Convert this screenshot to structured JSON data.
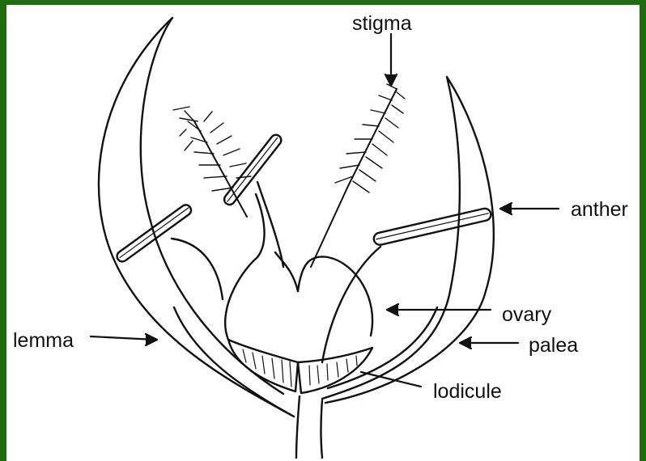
{
  "labels": {
    "stigma": "stigma",
    "anther": "anther",
    "ovary": "ovary",
    "palea": "palea",
    "lodicule": "lodicule",
    "lemma": "lemma"
  },
  "colors": {
    "frame": "#1f6b12",
    "background": "#ffffff",
    "ink": "#111111"
  }
}
